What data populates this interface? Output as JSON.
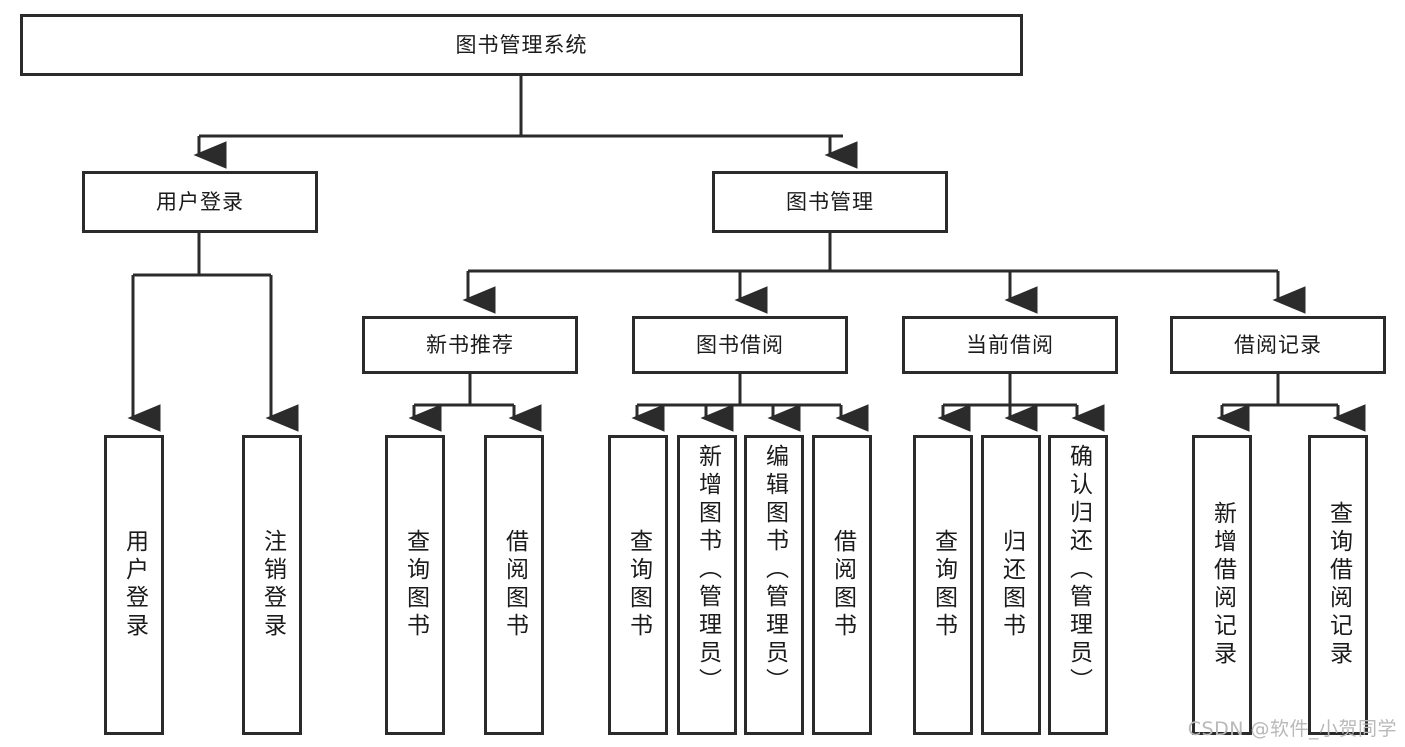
{
  "diagram": {
    "title": "图书管理系统",
    "type": "tree-hierarchy-diagram",
    "colors": {
      "stroke": "#2b2b2b",
      "fill": "#ffffff",
      "text": "#1b1b1b",
      "watermark": "#b9b9b9"
    },
    "root": {
      "label": "图书管理系统"
    },
    "level2": [
      {
        "label": "用户登录"
      },
      {
        "label": "图书管理"
      }
    ],
    "level3": [
      {
        "label": "新书推荐"
      },
      {
        "label": "图书借阅"
      },
      {
        "label": "当前借阅"
      },
      {
        "label": "借阅记录"
      }
    ],
    "leaves": {
      "user_login": [
        {
          "label": "用户登录"
        },
        {
          "label": "注销登录"
        }
      ],
      "new_book_recommend": [
        {
          "label": "查询图书"
        },
        {
          "label": "借阅图书"
        }
      ],
      "book_borrow": [
        {
          "label": "查询图书"
        },
        {
          "label": "新增图书（管理员）"
        },
        {
          "label": "编辑图书（管理员）"
        },
        {
          "label": "借阅图书"
        }
      ],
      "current_borrow": [
        {
          "label": "查询图书"
        },
        {
          "label": "归还图书"
        },
        {
          "label": "确认归还（管理员）"
        }
      ],
      "borrow_records": [
        {
          "label": "新增借阅记录"
        },
        {
          "label": "查询借阅记录"
        }
      ]
    }
  },
  "watermark": {
    "text": "CSDN @软件_小贺同学"
  }
}
